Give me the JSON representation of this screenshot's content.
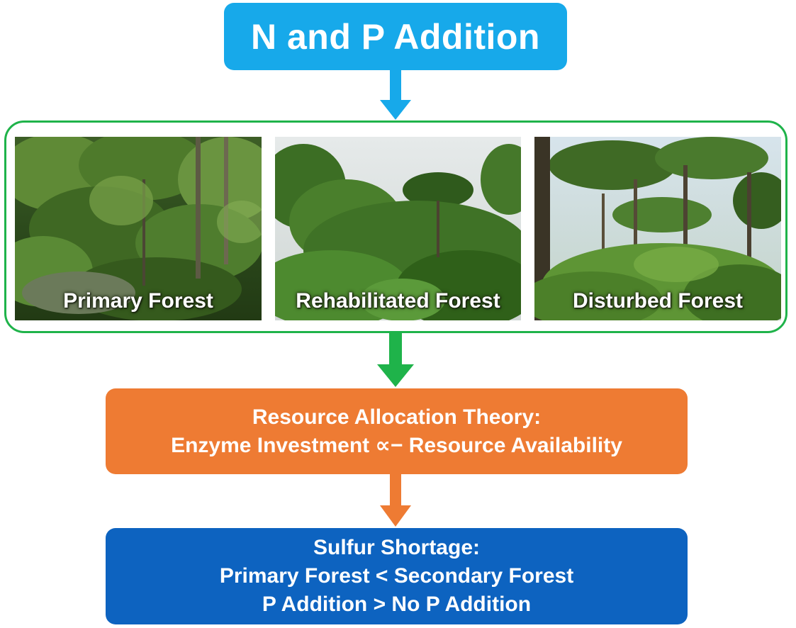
{
  "top_box": {
    "title": "N and P Addition"
  },
  "forests": [
    {
      "label": "Primary Forest"
    },
    {
      "label": "Rehabilitated Forest"
    },
    {
      "label": "Disturbed Forest"
    }
  ],
  "theory_box": {
    "line1": "Resource Allocation Theory:",
    "line2": "Enzyme Investment ∝− Resource Availability"
  },
  "result_box": {
    "line1": "Sulfur Shortage:",
    "line2": "Primary Forest < Secondary Forest",
    "line3": "P Addition > No P Addition"
  },
  "colors": {
    "top_box": "#17a9ea",
    "forest_border": "#1fb34a",
    "theory_box": "#ee7b33",
    "result_box": "#0d63c0"
  }
}
